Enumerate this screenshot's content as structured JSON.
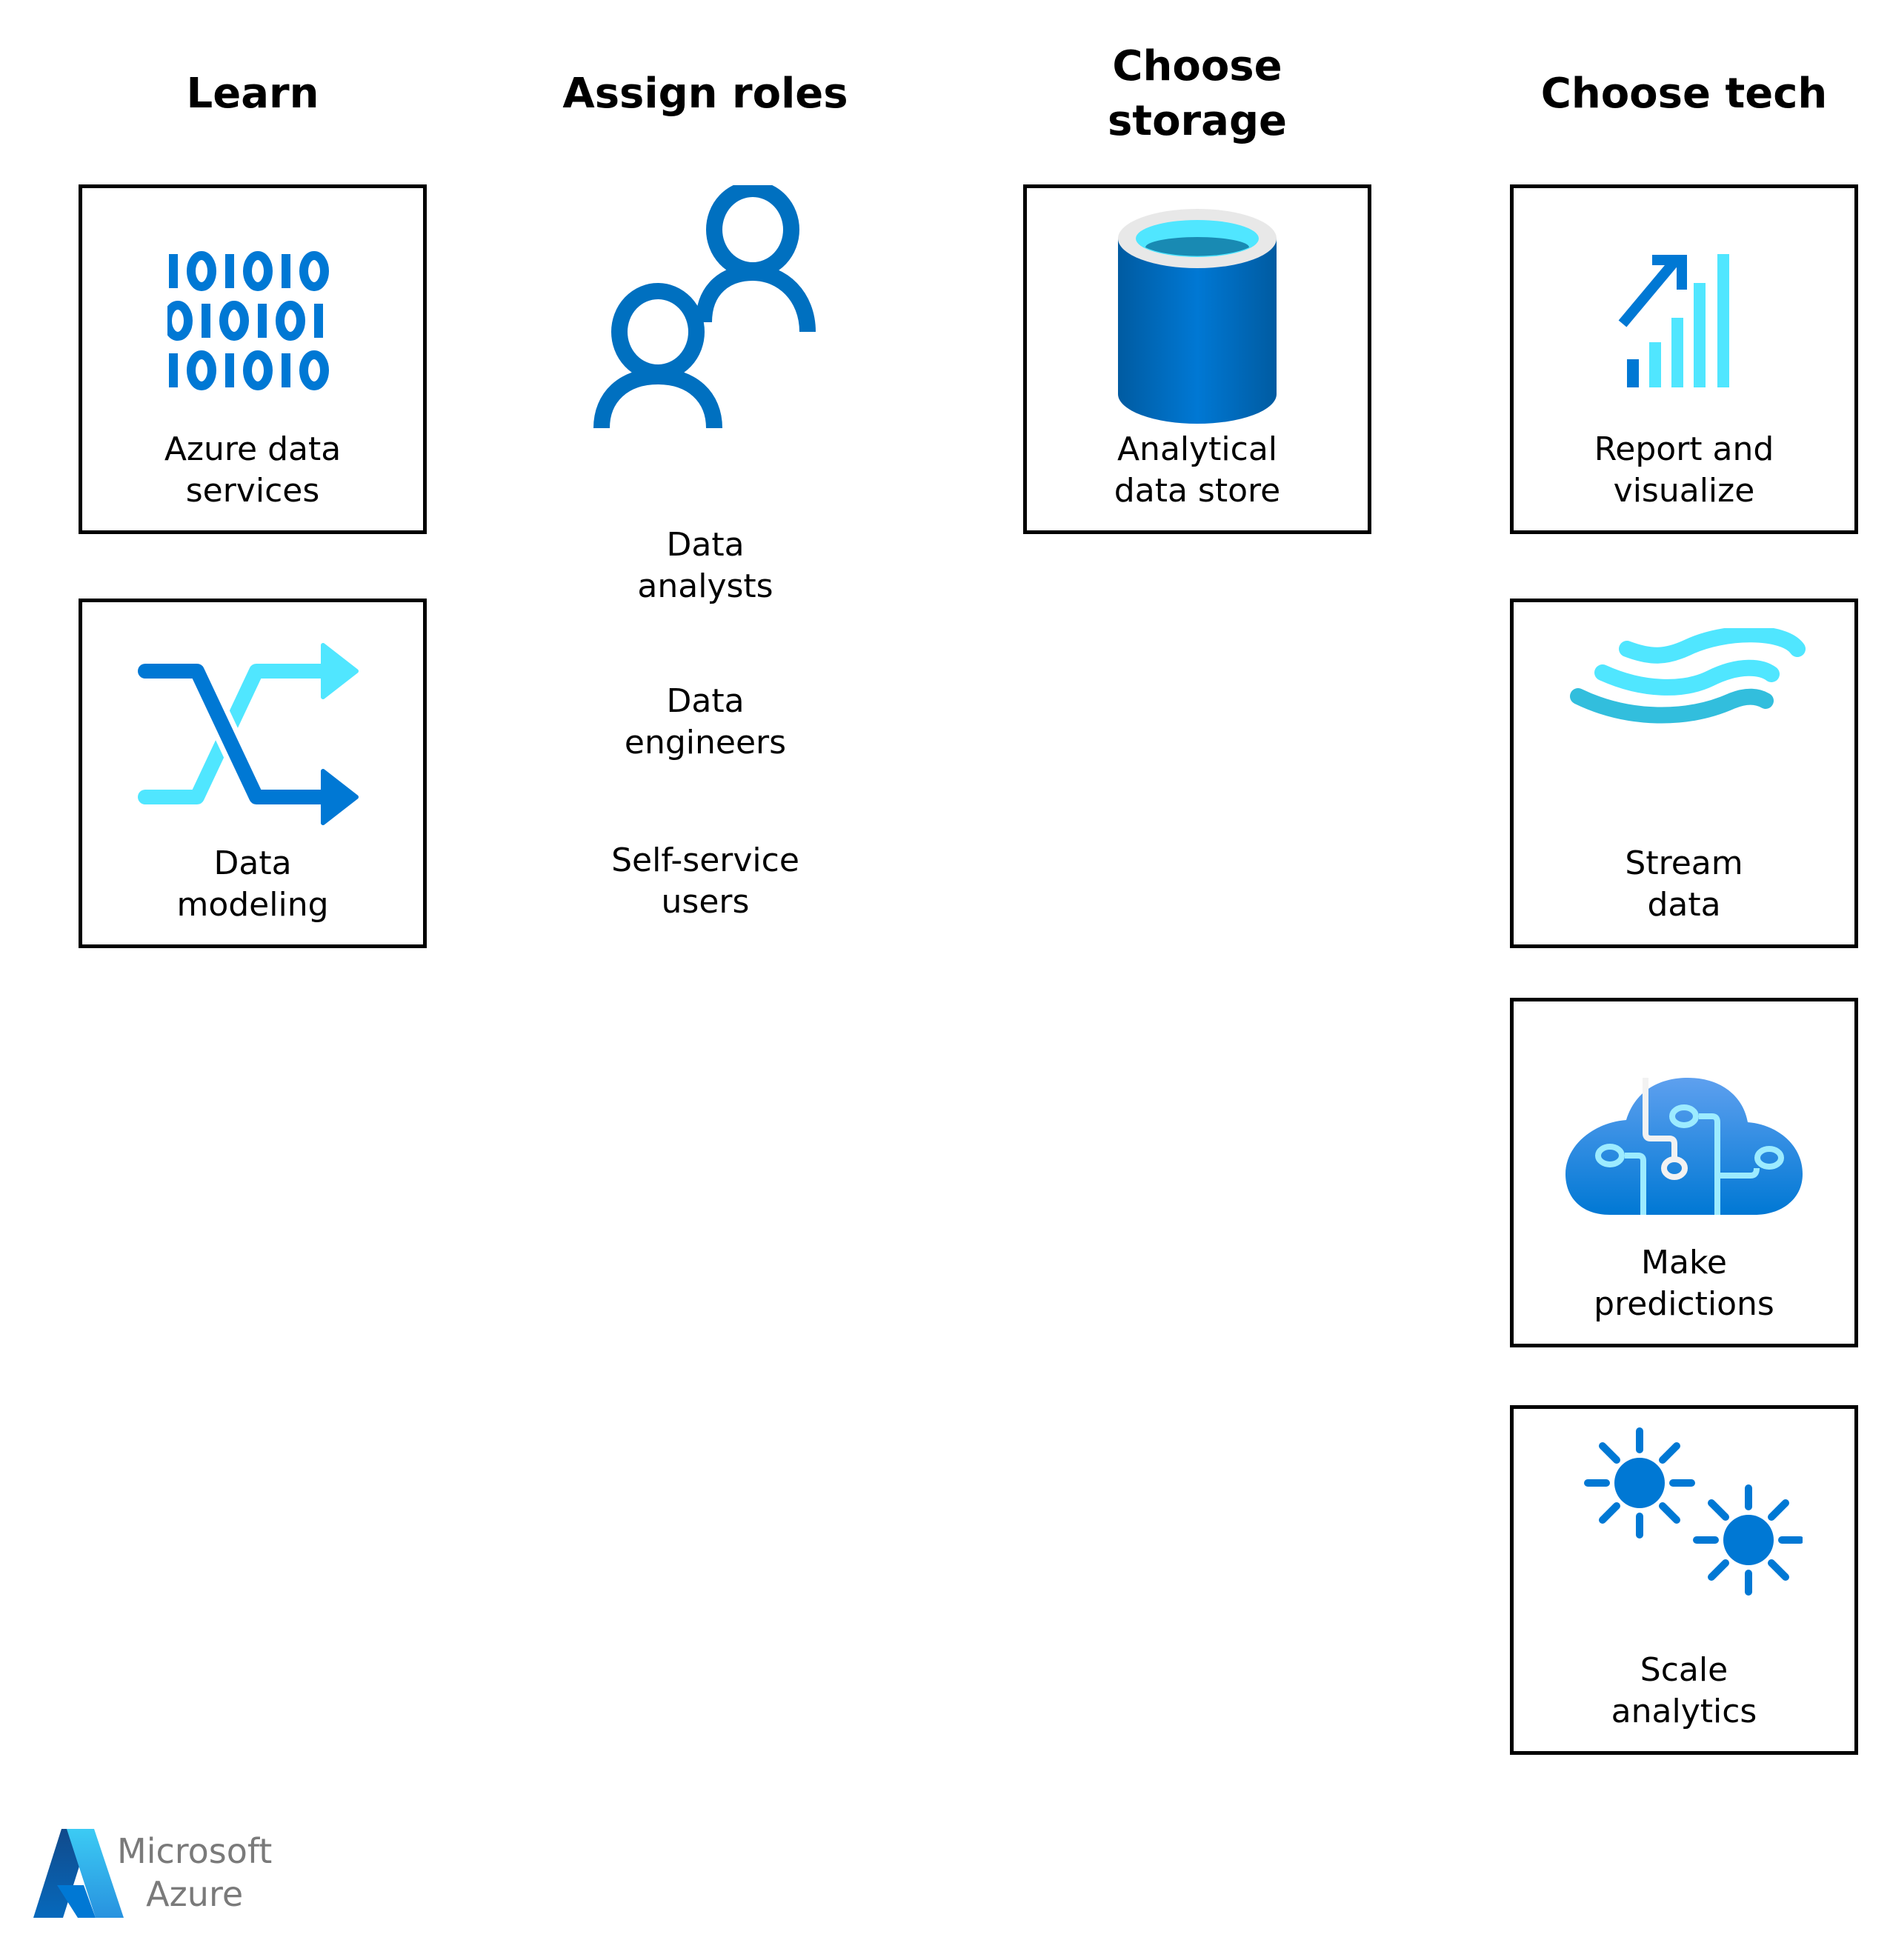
{
  "columns": [
    {
      "heading": "Learn",
      "boxes": [
        {
          "label_line1": "Azure data",
          "label_line2": "services",
          "icon": "binary-data-icon"
        },
        {
          "label_line1": "Data",
          "label_line2": "modeling",
          "icon": "shuffle-arrows-icon"
        }
      ]
    },
    {
      "heading": "Assign roles",
      "icon": "users-icon",
      "roles": [
        {
          "line1": "Data",
          "line2": "analysts"
        },
        {
          "line1": "Data",
          "line2": "engineers"
        },
        {
          "line1": "Self-service",
          "line2": "users"
        }
      ]
    },
    {
      "heading_line1": "Choose",
      "heading_line2": "storage",
      "boxes": [
        {
          "label_line1": "Analytical",
          "label_line2": "data store",
          "icon": "database-cylinder-icon"
        }
      ]
    },
    {
      "heading": "Choose tech",
      "boxes": [
        {
          "label_line1": "Report and",
          "label_line2": "visualize",
          "icon": "bar-chart-trend-icon"
        },
        {
          "label_line1": "Stream",
          "label_line2": "data",
          "icon": "stream-waves-icon"
        },
        {
          "label_line1": "Make",
          "label_line2": "predictions",
          "icon": "cloud-circuit-icon"
        },
        {
          "label_line1": "Scale",
          "label_line2": "analytics",
          "icon": "suns-icon"
        }
      ]
    }
  ],
  "binary_rows": [
    "101010",
    "010101",
    "101010"
  ],
  "logo": {
    "line1": "Microsoft",
    "line2": "Azure",
    "icon": "azure-logo-icon"
  },
  "colors": {
    "azure_blue": "#0078d4",
    "cyan": "#50e6ff",
    "dark_blue": "#005ba1",
    "teal": "#32bedd",
    "logo_text": "#7a7a7a"
  }
}
